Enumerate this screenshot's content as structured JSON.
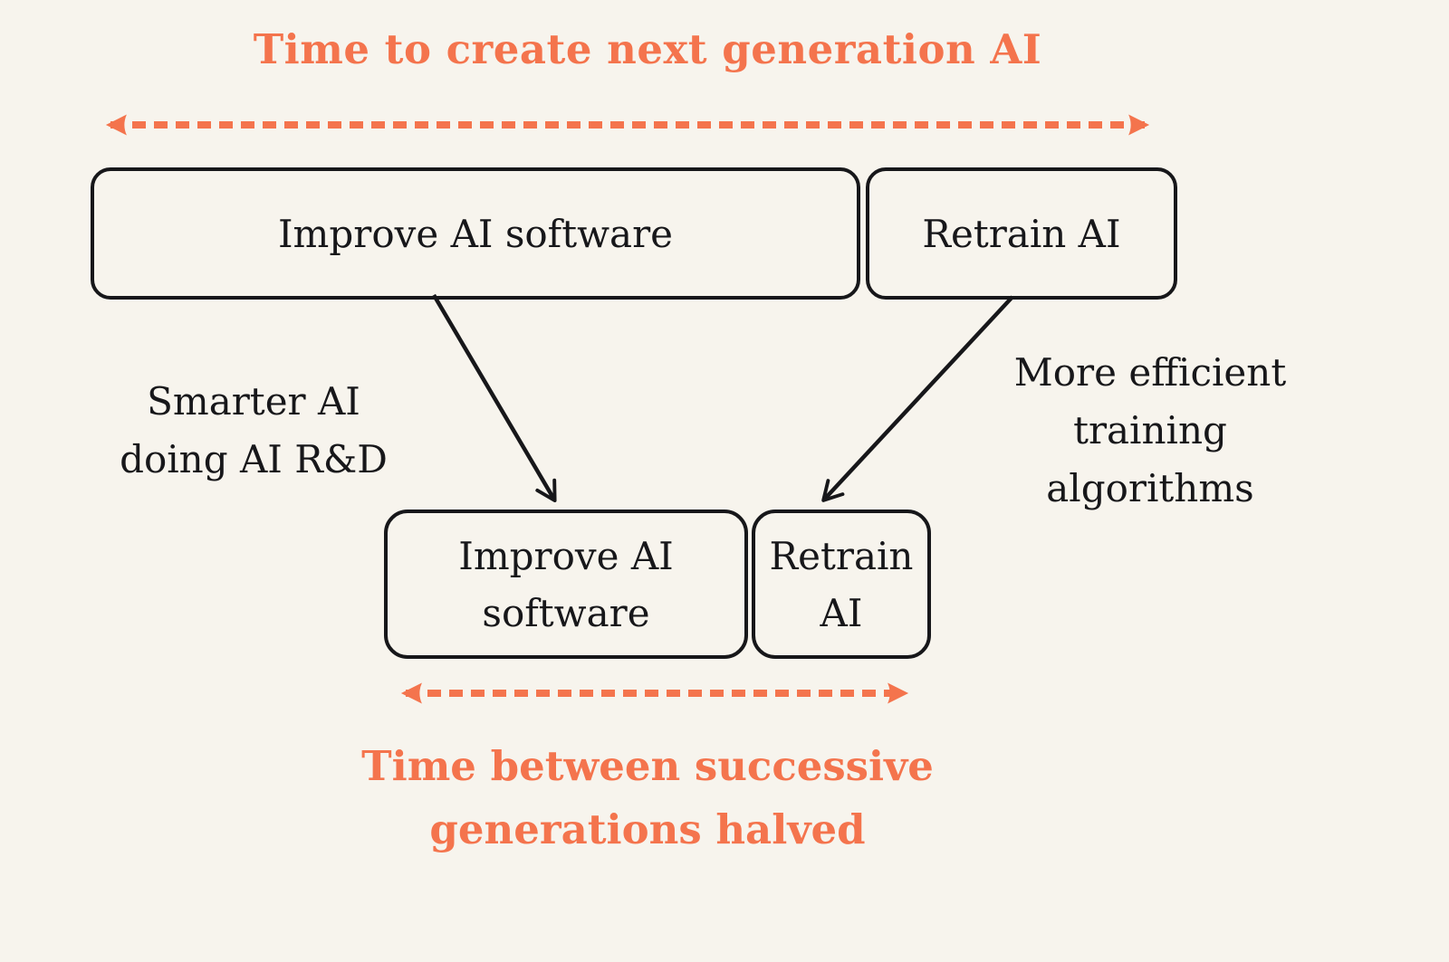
{
  "colors": {
    "background": "#f7f4ed",
    "accent": "#f4744d",
    "ink": "#17171a"
  },
  "header": {
    "title": "Time to create next generation AI"
  },
  "top_row": {
    "improve_box_label": "Improve AI software",
    "retrain_box_label": "Retrain AI"
  },
  "annotations": {
    "left_note_lines": [
      "Smarter AI",
      "doing AI R&D"
    ],
    "right_note_lines": [
      "More efficient",
      "training",
      "algorithms"
    ]
  },
  "bottom_row": {
    "improve_box_label": "Improve AI software",
    "retrain_box_label": "Retrain AI"
  },
  "footer": {
    "caption_lines": [
      "Time between successive",
      "generations halved"
    ]
  },
  "icons": {
    "top_span_arrow": "dashed-double-arrow",
    "bottom_span_arrow": "dashed-double-arrow",
    "left_flow_arrow": "diagonal-down-arrow",
    "right_flow_arrow": "diagonal-down-arrow"
  }
}
